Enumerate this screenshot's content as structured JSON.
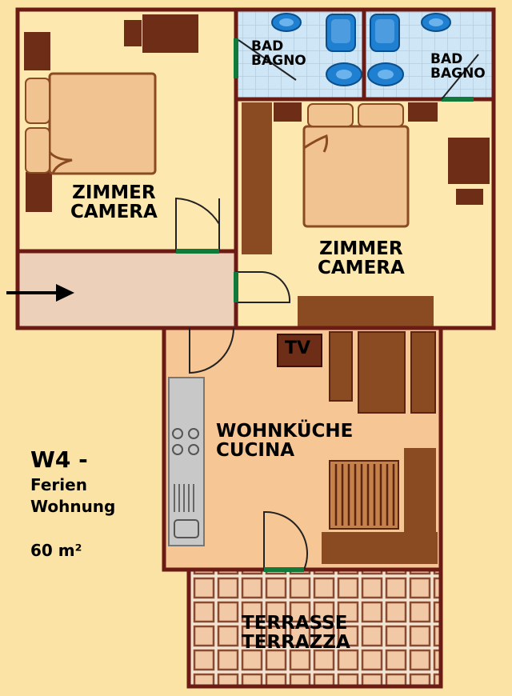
{
  "rooms": {
    "bedroom_left": [
      "ZIMMER",
      "CAMERA"
    ],
    "bedroom_right": [
      "ZIMMER",
      "CAMERA"
    ],
    "bath_left": [
      "BAD",
      "BAGNO"
    ],
    "bath_right": [
      "BAD",
      "BAGNO"
    ],
    "kitchen": [
      "WOHNKÜCHE",
      "CUCINA"
    ],
    "terrace": [
      "TERRASSE",
      "TERRAZZA"
    ]
  },
  "tv_label": "TV",
  "apartment": {
    "name": "W4 -",
    "type": [
      "Ferien",
      "Wohnung"
    ],
    "area": "60 m²"
  },
  "colors": {
    "background": "#fbe3a6",
    "wall": "#6b1a14",
    "room_floor": "#fde8b0",
    "hall_floor": "#ecd0ba",
    "kitchen_floor": "#f6c695",
    "bath_tile": "#cfe6f7",
    "furniture_dark": "#6e2d17",
    "furniture_mid": "#8a4a22",
    "furniture_light": "#f1c390",
    "fixture_blue": "#1f7fd0",
    "door_green": "#117a3a"
  }
}
